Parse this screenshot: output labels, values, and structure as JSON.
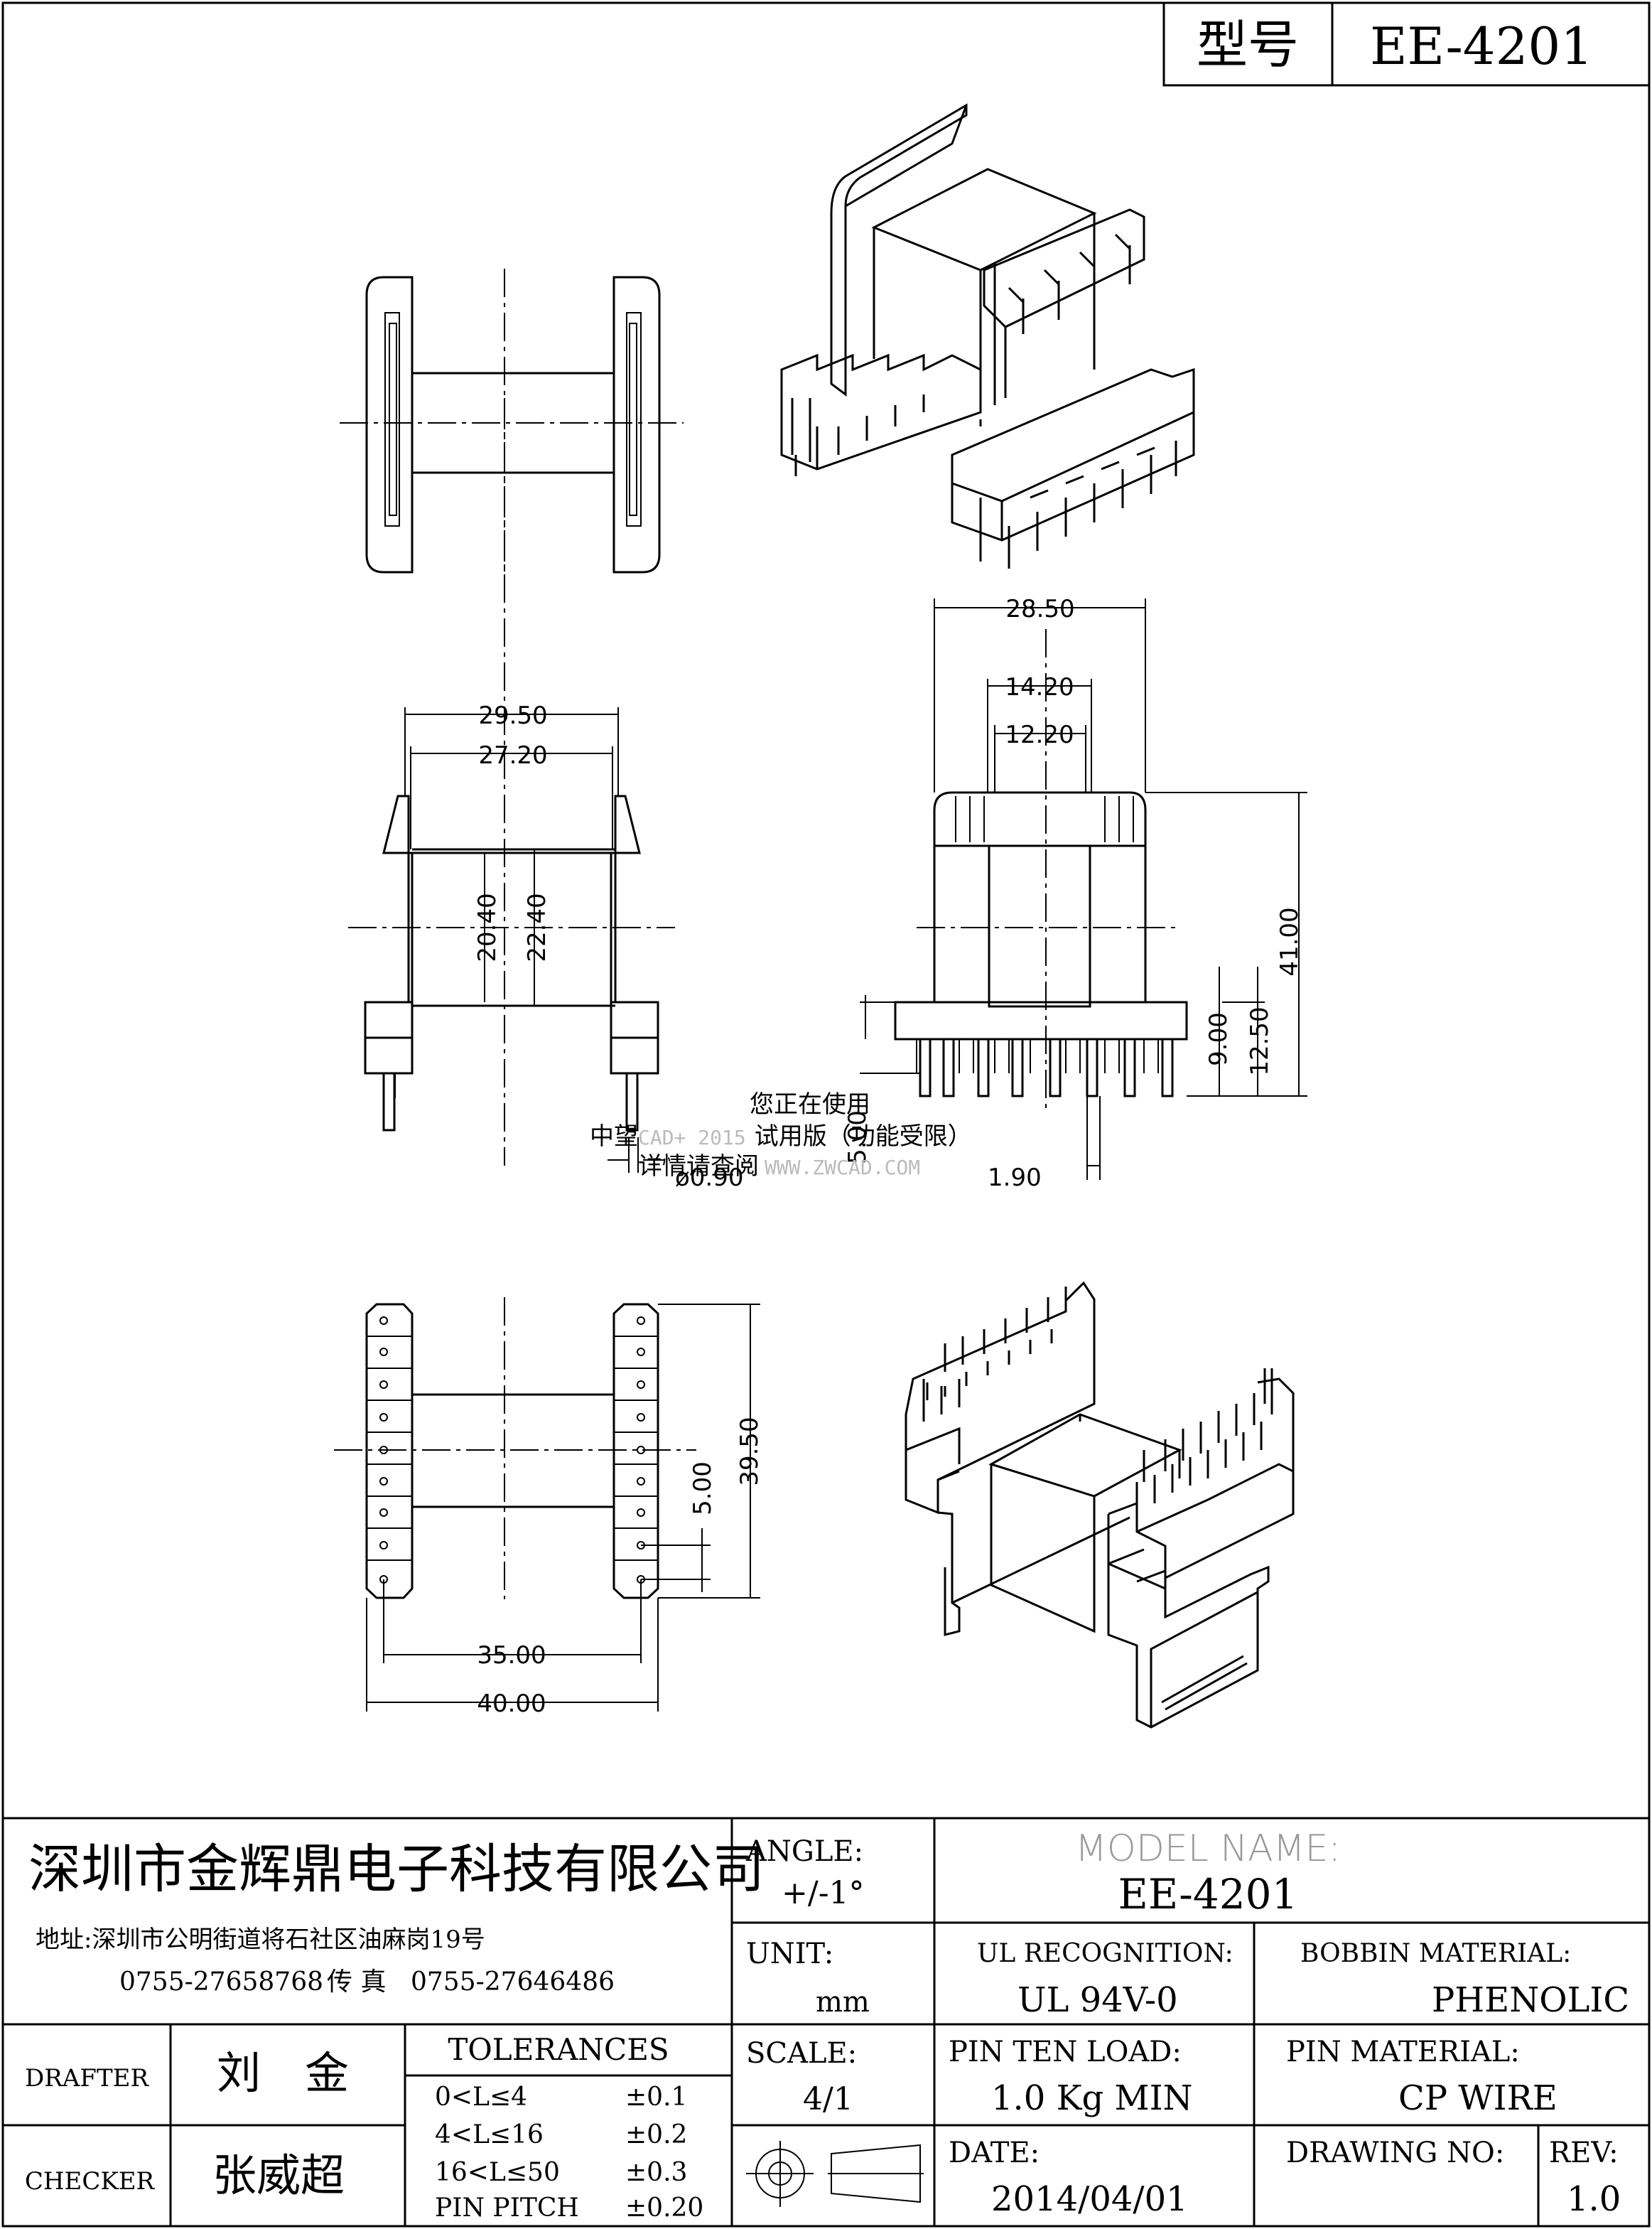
{
  "header": {
    "model_label": "型号",
    "model_value": "EE-4201"
  },
  "dimensions": {
    "side_width_outer": "29.50",
    "side_width_inner": "27.20",
    "side_h1": "20.40",
    "side_h2": "22.40",
    "front_width": "28.50",
    "front_w2": "14.20",
    "front_w3": "12.20",
    "front_height": "41.00",
    "front_h2": "9.00",
    "front_h3": "12.50",
    "front_h4": "5.00",
    "pin_dia": "ø0.90",
    "pin_tail": "1.90",
    "bottom_w1": "35.00",
    "bottom_w2": "40.00",
    "bottom_h1": "39.50",
    "bottom_pitch": "5.00"
  },
  "watermark": {
    "line1": "您正在使用",
    "line2_a": "中望",
    "line2_b": "CAD+ 2015",
    "line2_c": "试用版（功能受限）",
    "line3_a": "详情请查阅",
    "line3_b": "WWW.ZWCAD.COM"
  },
  "title_block": {
    "company": "深圳市金辉鼎电子科技有限公司",
    "address": "地址:深圳市公明街道将石社区油麻岗19号",
    "phone": "0755-27658768",
    "fax_label": "传 真",
    "fax": "0755-27646486",
    "angle_label": "ANGLE:",
    "angle_value": "+/-1°",
    "model_name_label": "MODEL NAME:",
    "model_name_value": "EE-4201",
    "unit_label": "UNIT:",
    "unit_value": "mm",
    "ul_label": "UL RECOGNITION:",
    "ul_value": "UL 94V-0",
    "bobbin_label": "BOBBIN MATERIAL:",
    "bobbin_value": "PHENOLIC",
    "drafter_label": "DRAFTER",
    "drafter_value": "刘　金",
    "checker_label": "CHECKER",
    "checker_value": "张威超",
    "tolerances_label": "TOLERANCES",
    "tolerances": [
      {
        "range": "0<L≤4",
        "value": "±0.1"
      },
      {
        "range": "4<L≤16",
        "value": "±0.2"
      },
      {
        "range": "16<L≤50",
        "value": "±0.3"
      },
      {
        "range": "PIN PITCH",
        "value": "±0.20"
      }
    ],
    "scale_label": "SCALE:",
    "scale_value": "4/1",
    "pin_load_label": "PIN TEN LOAD:",
    "pin_load_value": "1.0 Kg MIN",
    "pin_material_label": "PIN MATERIAL:",
    "pin_material_value": "CP WIRE",
    "date_label": "DATE:",
    "date_value": "2014/04/01",
    "drawing_no_label": "DRAWING NO:",
    "drawing_no_value": "",
    "rev_label": "REV:",
    "rev_value": "1.0"
  }
}
